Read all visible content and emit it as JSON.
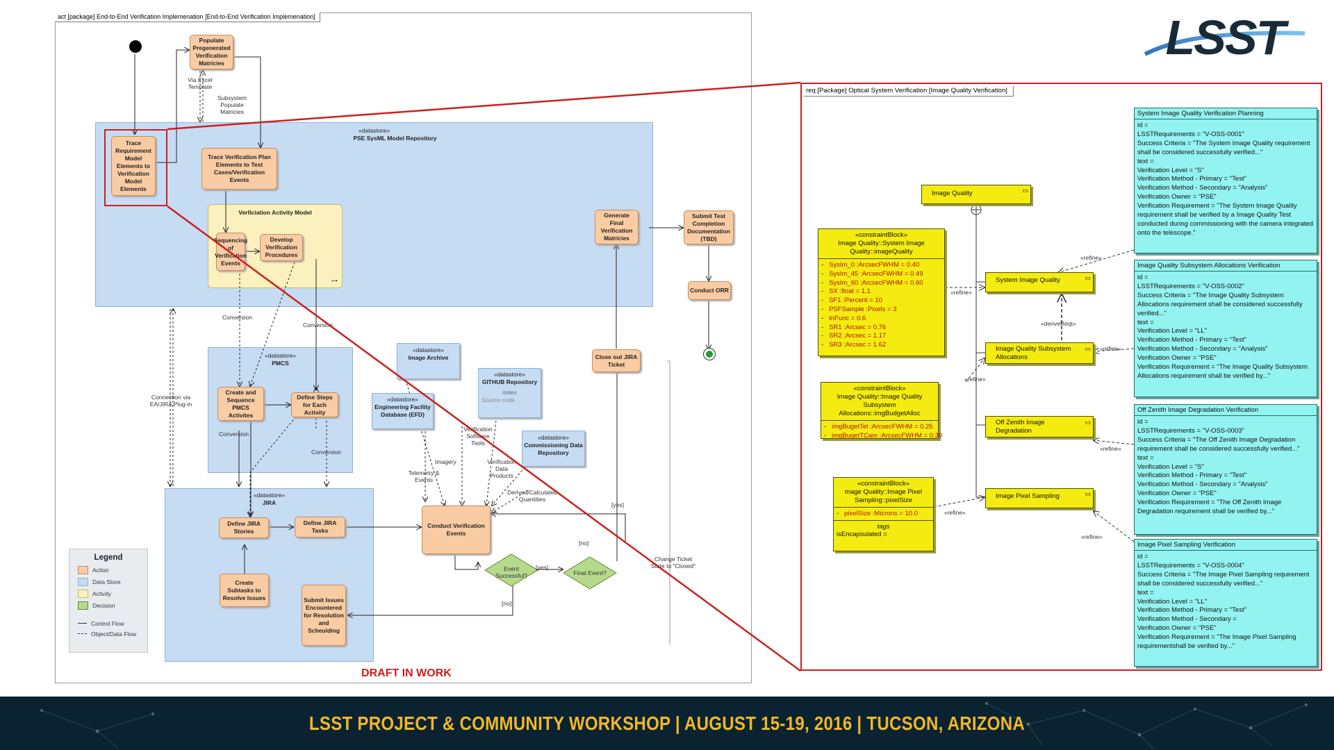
{
  "activity_diagram": {
    "frame_title": "act [package] End-to-End Verification Implemenation [End-to-End Verification Implemenation]",
    "pse_repo": {
      "stereotype": "«datastore»",
      "name": "PSE SysML Model Repository"
    },
    "activity_model": {
      "name": "Verficiation Activity Model"
    },
    "pmcs": {
      "stereotype": "«datastore»",
      "name": "PMCS"
    },
    "jira": {
      "stereotype": "«datastore»",
      "name": "JIRA"
    },
    "actions": {
      "populate": "Populate Pregenerated Verification Matricies",
      "trace_req": "Trace Requirement Model Elements to Verification Model Elements",
      "trace_plan": "Trace Verification Plan Elements to Test Cases/Verification Events",
      "sequencing": "Sequencing of Verification Events",
      "develop": "Develop Verification Procedures",
      "generate": "Generate Final Verification Matricies",
      "submit_test": "Submit Test Completion Documentation (TBD)",
      "conduct_orr": "Conduct ORR",
      "create_seq": "Create and Sequence PMCS Activites",
      "define_steps": "Define Steps for Each Activity",
      "define_stories": "Define JIRA Stories",
      "define_tasks": "Define JIRA Tasks",
      "create_subtasks": "Create Subtasks to Resolve Issues",
      "submit_issues": "Submit Issues Encountered for Resolution and Scheulding",
      "conduct_events": "Conduct Verification Events",
      "close_ticket": "Close out JIRA Ticket"
    },
    "stores": {
      "image_archive": {
        "stereotype": "«datastore»",
        "name": "Image Archive"
      },
      "github": {
        "stereotype": "«datastore»",
        "name": "GITHUB Repository",
        "notes": "notes",
        "notes_text": "Source code"
      },
      "efd": {
        "stereotype": "«datastore»",
        "name": "Engineering Facility Database (EFD)"
      },
      "commissioning": {
        "stereotype": "«datastore»",
        "name": "Commissioning Data Repository"
      }
    },
    "decisions": {
      "event_successful": "Event Successful?",
      "final_event": "Final Event?"
    },
    "labels": {
      "via_excel": "Via Excel Template",
      "subsystem_populate": "Subsystem Populate Matricies",
      "conversion_1": "Conversion",
      "conversion_2": "Conversion",
      "conversion_3": "Conversion",
      "conversion_4": "Conversion",
      "connection": "Connection via EA/JIRA Plug-in",
      "imagery": "Imagery",
      "telemetry": "Telemetry & Events",
      "verification_software": "Verification Software Tools",
      "verification_data": "Verification Data Products",
      "derived": "Derived/Calculated Quantities",
      "yes_1": "[yes]",
      "yes_2": "[yes]",
      "no_1": "[no]",
      "no_2": "[no]",
      "change_ticket": "Change Ticket State to \"Closed\""
    },
    "legend": {
      "title": "Legend",
      "items": [
        {
          "label": "Action",
          "color": "#f9cca4"
        },
        {
          "label": "Data Store",
          "color": "#c6dcf3"
        },
        {
          "label": "Activity",
          "color": "#fbf1be"
        },
        {
          "label": "Decision",
          "color": "#b7d98c"
        }
      ],
      "lines": [
        "Control Flow",
        "Object/Data Flow"
      ]
    },
    "draft_label": "DRAFT IN WORK"
  },
  "requirements_diagram": {
    "frame_title": "req [Package] Optical System Verification [Image Quality Verification]",
    "blocks": {
      "image_quality": "Image Quality",
      "system_image_quality": "System Image Quality",
      "iq_subsystem_allocations": "Image Quality Subsystem Allocations",
      "off_zenith": "Off Zenith Image Degradation",
      "pixel_sampling": "Image Pixel Sampling"
    },
    "constraint_blocks": [
      {
        "stereotype": "«constraintBlock»",
        "name": "Image Quality::System Image Quality::imageQuality",
        "rows": [
          {
            "name": "SysIm_0",
            "value": ":ArcsecFWHM = 0.40"
          },
          {
            "name": "SysIm_45",
            "value": ":ArcsecFWHM = 0.49"
          },
          {
            "name": "SysIm_60",
            "value": ":ArcsecFWHM = 0.60"
          },
          {
            "name": "SX",
            "value": ":float = 1.1"
          },
          {
            "name": "SF1",
            "value": ":Percent = 10"
          },
          {
            "name": "PSFSample",
            "value": ":Pixels = 3"
          },
          {
            "name": "InFunc",
            "value": "= 0.6"
          },
          {
            "name": "SR1",
            "value": ":Arcsec = 0.76"
          },
          {
            "name": "SR2",
            "value": ":Arcsec = 1.17"
          },
          {
            "name": "SR3",
            "value": ":Arcsec = 1.62"
          }
        ]
      },
      {
        "stereotype": "«constraintBlock»",
        "name": "Image Quality::Image Quality Subsystem Allocations::imgBudgetAlloc",
        "rows": [
          {
            "name": "imgBugetTel",
            "value": ":ArcsecFWHM = 0.25"
          },
          {
            "name": "imgBugetTCam",
            "value": ":ArcsecFWHM = 0.30"
          }
        ]
      },
      {
        "stereotype": "«constraintBlock»",
        "name": "mage Quality::Image Pixel Sampling::pixelSize",
        "rows": [
          {
            "name": "pixelSize",
            "value": ":Microns = 10.0"
          }
        ],
        "tags_label": "tags",
        "tags_value": "isEncapsulated ="
      }
    ],
    "relations": {
      "refine_1": "«refine»",
      "refine_2": "«refine»",
      "refine_3": "«refine»",
      "refine_4": "«refine»",
      "refine_5": "«refine»",
      "refine_6": "«refine»",
      "refine_7": "«refine»",
      "derive": "«deriveReqt»"
    },
    "requirements": [
      {
        "title": "System Image Quality Verification Planning",
        "lines": [
          "id =",
          "LSSTRequirements = \"V-OSS-0001\"",
          "Success Criteria = \"The System Image Quality requirement shall be considered successfully verified...\"",
          "text =",
          "Verification Level = \"S\"",
          "Verification Method - Primary = \"Test\"",
          "Verification Method - Secondary = \"Analysis\"",
          "Verification Owner = \"PSE\"",
          "Verification Requirement = \"The System Image Quality requirement shall be verified by a Image Quality Test conducted during commissioning with the camera integrated onto the telescope.\""
        ]
      },
      {
        "title": "Image Quality Subsystem Allocations Verification",
        "lines": [
          "id =",
          "LSSTRequirements = \"V-OSS-0002\"",
          "Success Criteria = \"The Image Quality Subsystem Allocations requirement shall be considered successfully verified...\"",
          "text =",
          "Verification Level = \"LL\"",
          "Verification Method - Primary = \"Test\"",
          "Verification Method - Secondary = \"Analysis\"",
          "Verification Owner = \"PSE\"",
          "Verification Requirement = \"The Image Quality Subsystem Allocations requirement shall be verified by...\""
        ]
      },
      {
        "title": "Off Zenith Image Degradation Verification",
        "lines": [
          "id =",
          "LSSTRequirements = \"V-OSS-0003\"",
          "Success Criteria = \"The Off Zenith Image Degradation requirement shall be considered successfully verified...\"",
          "text =",
          "Verification Level = \"S\"",
          "Verification Method - Primary = \"Test\"",
          "Verification Method - Secondary = \"Analysis\"",
          "Verification Owner = \"PSE\"",
          "Verification Requirement = \"The Off Zenith Image Degradation requirement shall be verified by...\""
        ]
      },
      {
        "title": "Image Pixel Sampling Verification",
        "lines": [
          "id =",
          "LSSTRequirements = \"V-OSS-0004\"",
          "Success Criteria = \"The Image Pixel Sampling requirement shall be considered successfully verified...\"",
          "text =",
          "Verification Level = \"LL\"",
          "Verification Method - Primary = \"Test\"",
          "Verification Method - Secondary =",
          "Verification Owner = \"PSE\"",
          "Verification Requirement = \"The Image Pixel Sampling requirementshall be verified by...\""
        ]
      }
    ]
  },
  "branding": {
    "logo_text": "LSST",
    "footer": "LSST PROJECT & COMMUNITY WORKSHOP | AUGUST 15-19, 2016 | TUCSON, ARIZONA"
  },
  "colors": {
    "highlight_red": "#cc1f1f",
    "footer_bg": "#0b2231",
    "footer_text": "#f0b828",
    "block_yellow": "#f4ec10",
    "requirement_cyan": "#93f3f0"
  }
}
